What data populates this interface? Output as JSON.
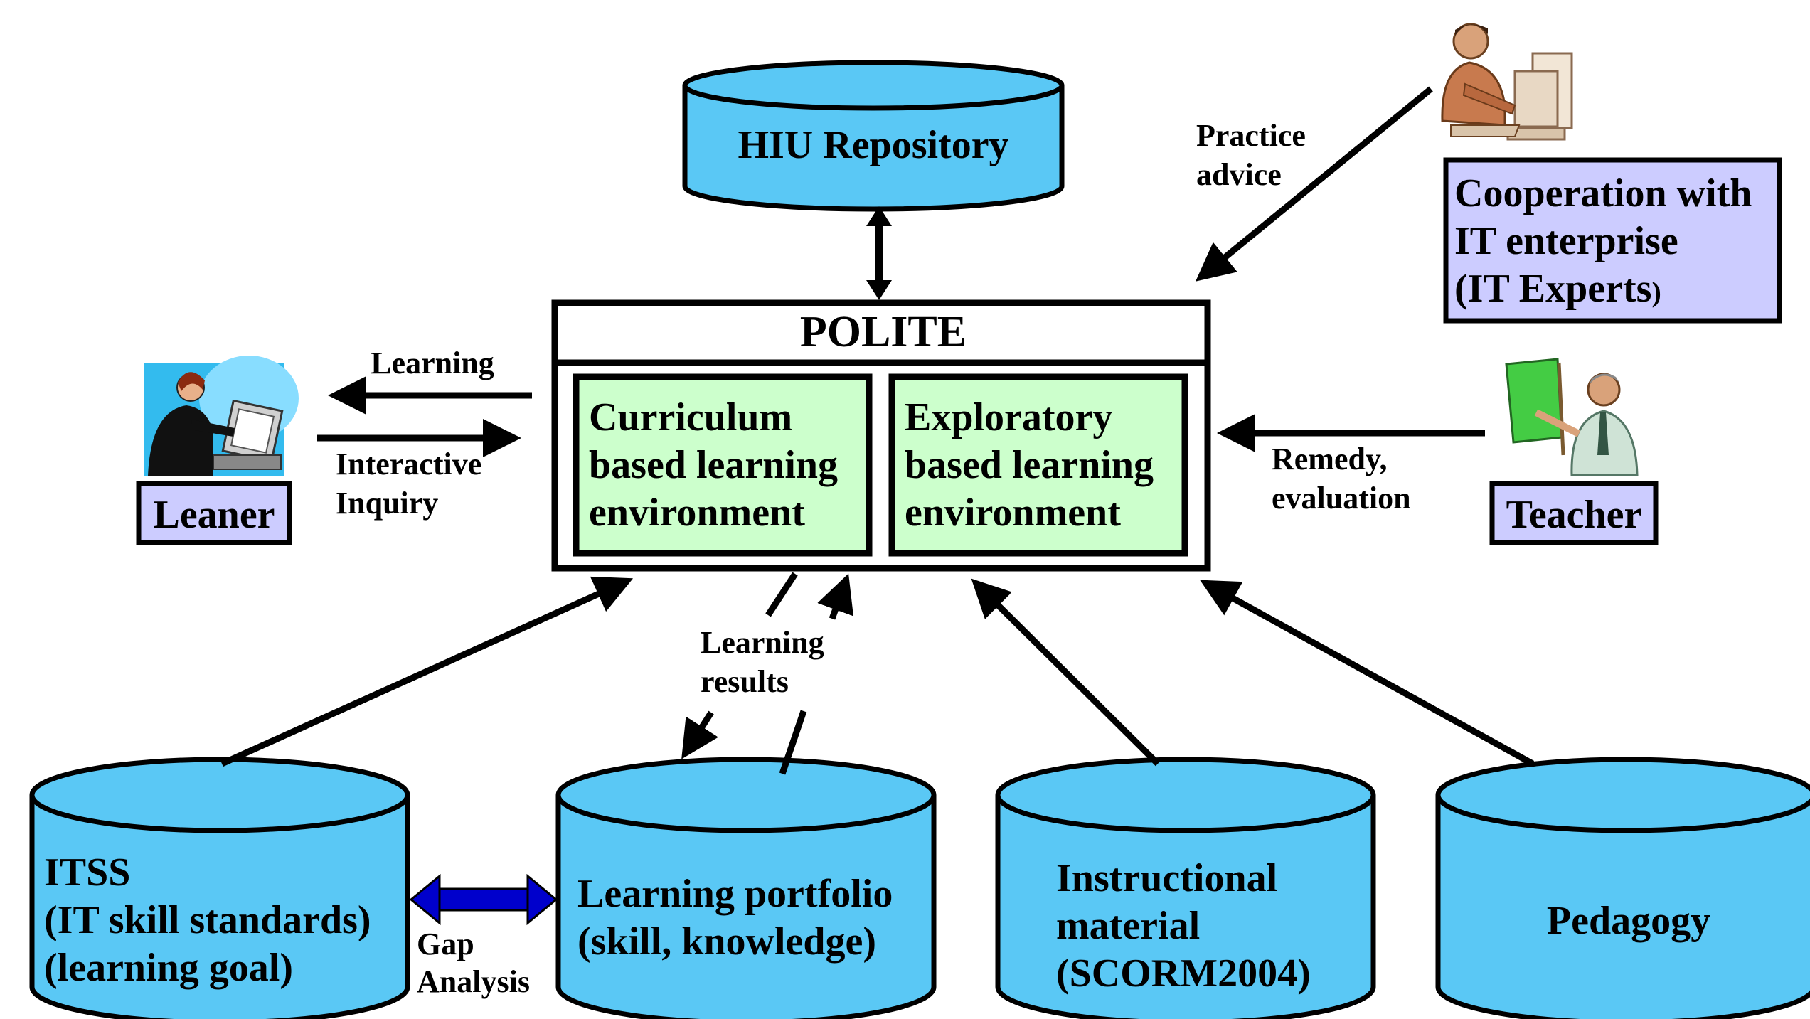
{
  "colors": {
    "cylinder_fill": "#5ac8f5",
    "env_fill": "#ccffcc",
    "label_fill": "#ccccff",
    "gap_arrow": "#0000cc",
    "line": "#000000"
  },
  "nodes": {
    "hiu_repository": "HIU Repository",
    "polite": "POLITE",
    "curriculum": [
      "Curriculum",
      "based learning",
      "environment"
    ],
    "exploratory": [
      "Exploratory",
      "based learning",
      "environment"
    ],
    "cooperation": [
      "Cooperation with",
      "IT enterprise",
      "(IT Experts"
    ],
    "cooperation_paren": ")",
    "leaner": "Leaner",
    "teacher": "Teacher",
    "itss": [
      "ITSS",
      "(IT skill standards)",
      "(learning goal)"
    ],
    "portfolio": [
      "Learning portfolio",
      "(skill, knowledge)"
    ],
    "instructional": [
      "Instructional",
      "material",
      "(SCORM2004)"
    ],
    "pedagogy": "Pedagogy"
  },
  "edge_labels": {
    "practice": [
      "Practice",
      "advice"
    ],
    "learning": "Learning",
    "interactive": [
      "Interactive",
      "Inquiry"
    ],
    "remedy": [
      "Remedy,",
      "evaluation"
    ],
    "learning_results": [
      "Learning",
      "results"
    ],
    "gap": [
      "Gap",
      "Analysis"
    ]
  },
  "icons": {
    "learner": "learner-at-computer-icon",
    "expert": "it-expert-at-computer-icon",
    "teacher": "teacher-with-board-icon"
  }
}
